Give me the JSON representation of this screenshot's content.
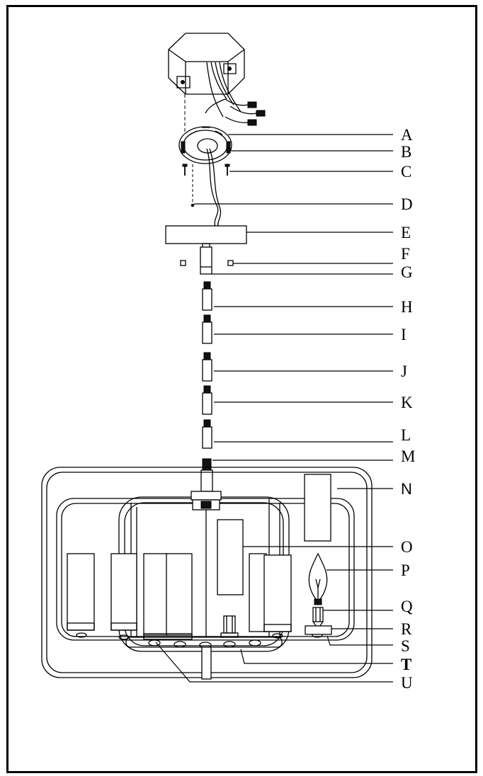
{
  "parts": [
    {
      "id": "A",
      "label": "A"
    },
    {
      "id": "B",
      "label": "B"
    },
    {
      "id": "C",
      "label": "C"
    },
    {
      "id": "D",
      "label": "D"
    },
    {
      "id": "E",
      "label": "E"
    },
    {
      "id": "F",
      "label": "F"
    },
    {
      "id": "G",
      "label": "G"
    },
    {
      "id": "H",
      "label": "H"
    },
    {
      "id": "I",
      "label": "I"
    },
    {
      "id": "J",
      "label": "J"
    },
    {
      "id": "K",
      "label": "K"
    },
    {
      "id": "L",
      "label": "L"
    },
    {
      "id": "M",
      "label": "M"
    },
    {
      "id": "N",
      "label": "N"
    },
    {
      "id": "O",
      "label": "O"
    },
    {
      "id": "P",
      "label": "P"
    },
    {
      "id": "Q",
      "label": "Q"
    },
    {
      "id": "R",
      "label": "R"
    },
    {
      "id": "S",
      "label": "S"
    },
    {
      "id": "T",
      "label": "T"
    },
    {
      "id": "U",
      "label": "U"
    }
  ]
}
